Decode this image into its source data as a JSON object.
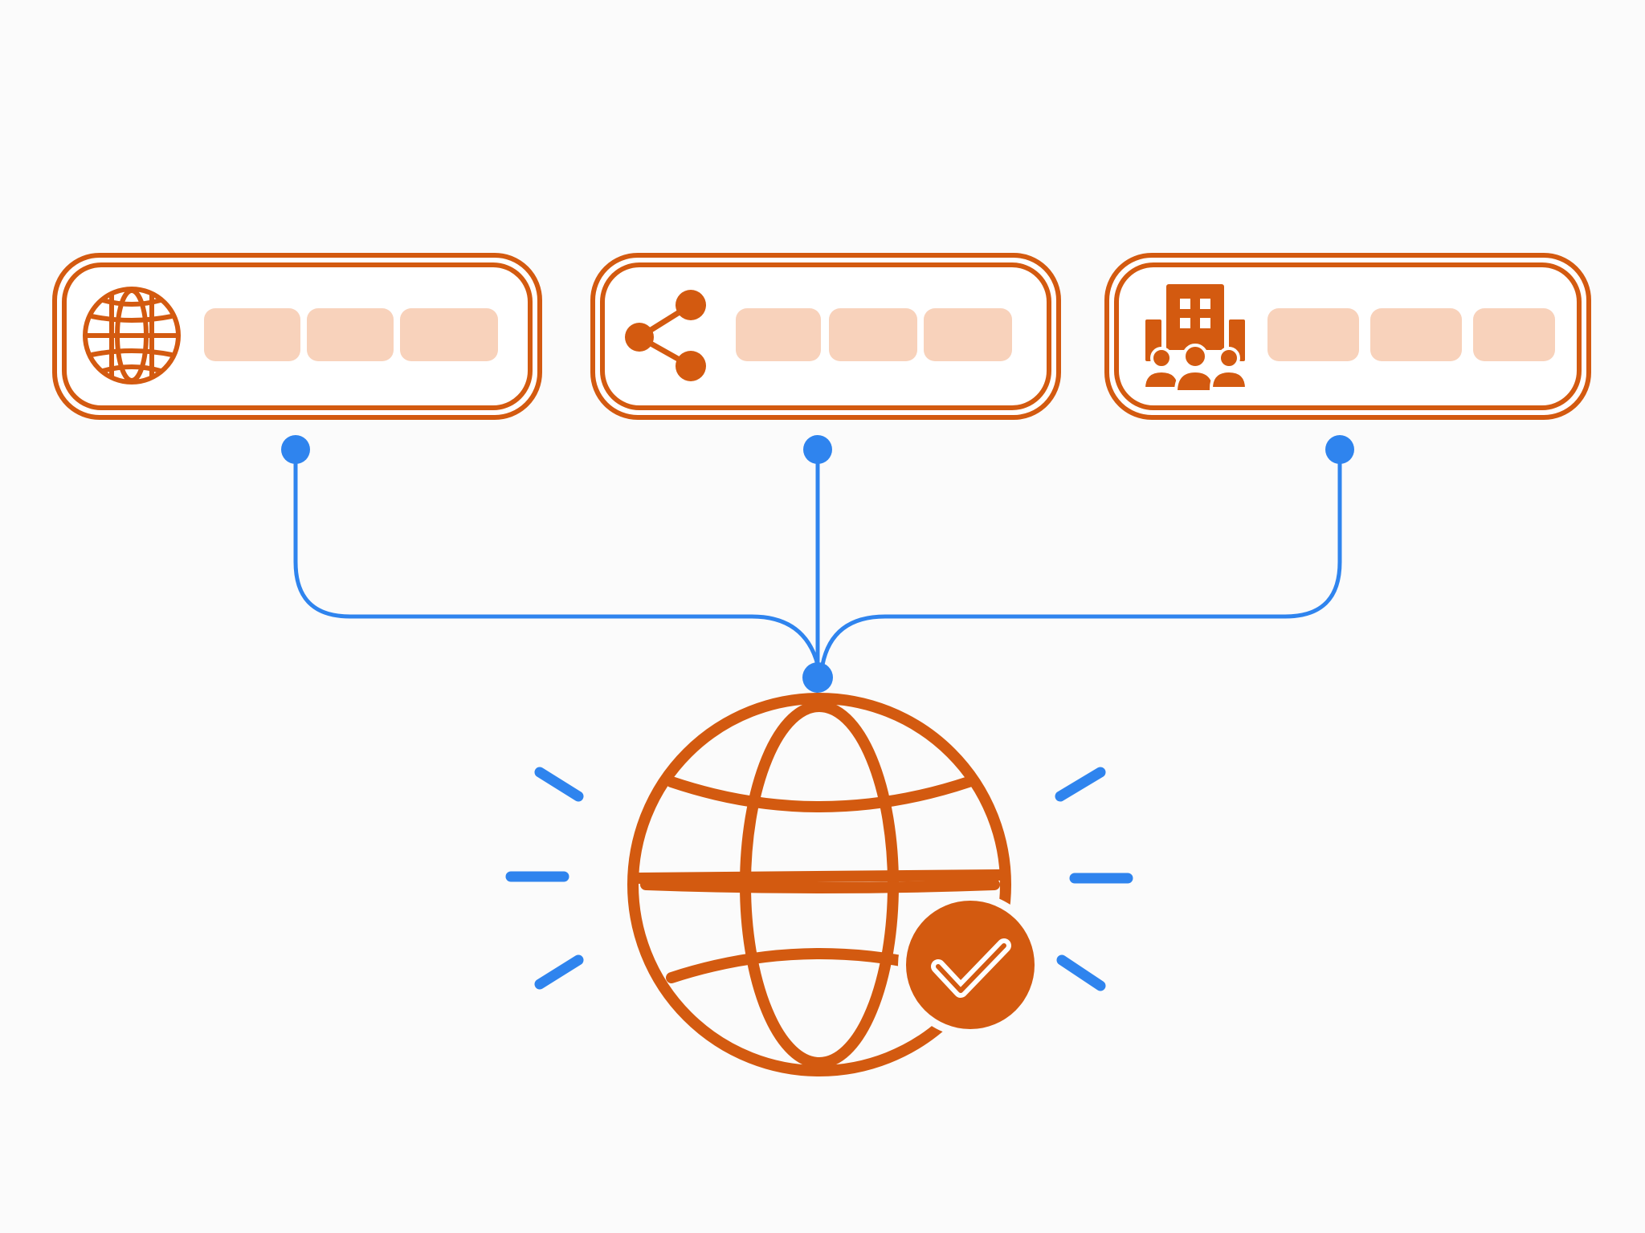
{
  "colors": {
    "background": "#fbfbfb",
    "accent_orange": "#d35a10",
    "placeholder_fill": "#f8d2bb",
    "connector_blue": "#2f84ee",
    "check_white": "#ffffff"
  },
  "cards": [
    {
      "icon": "globe-icon",
      "placeholder_count": 3
    },
    {
      "icon": "share-icon",
      "placeholder_count": 3
    },
    {
      "icon": "organization-people-icon",
      "placeholder_count": 3
    }
  ],
  "hub": {
    "icon": "globe-icon",
    "badge": "checkmark-icon",
    "radiating_marks": 6
  }
}
